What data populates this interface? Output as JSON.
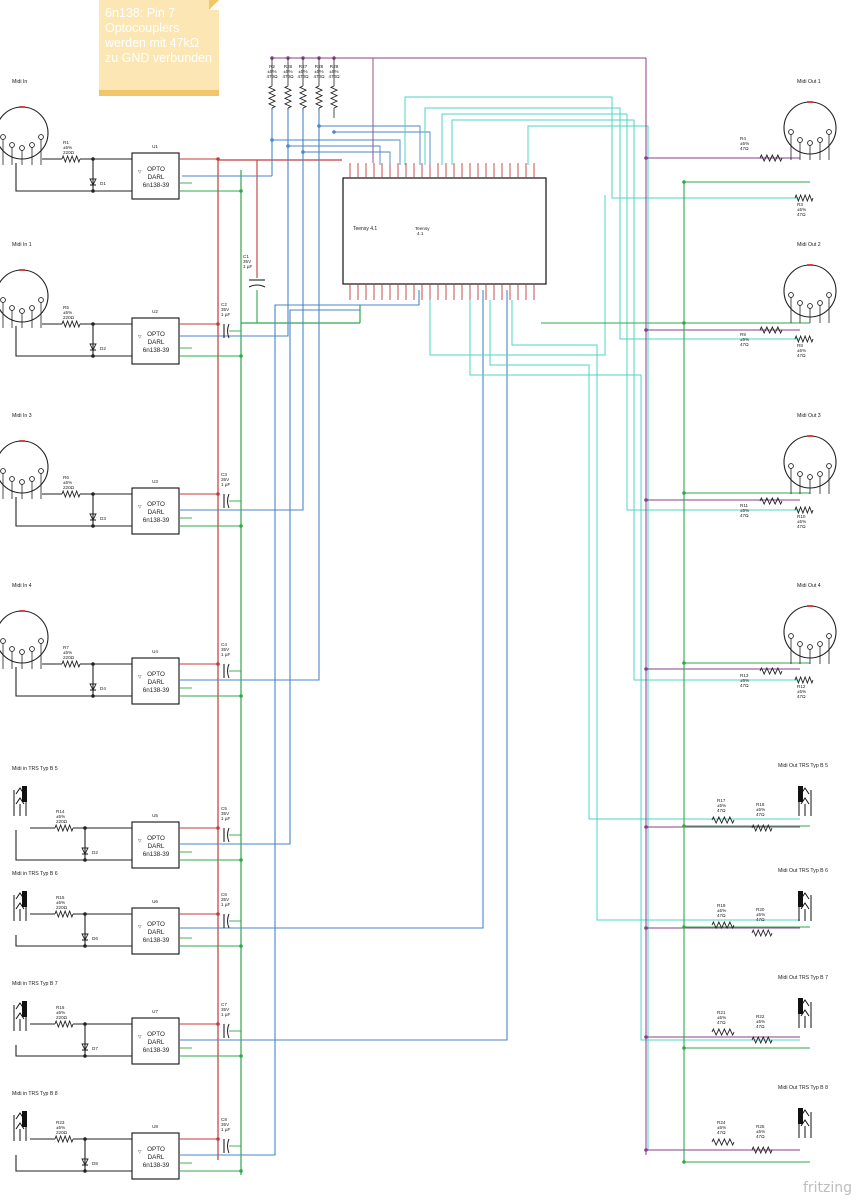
{
  "note": {
    "line1": "6n138: Pin 7",
    "line2": "Optocouplers",
    "line3": "werden mit 47kΩ",
    "line4": "zu GND verbunden"
  },
  "brand": "fritzing",
  "teensy": {
    "label": "Teensy 4.1",
    "side_label": "Teensy",
    "side_sub": "4.1"
  },
  "pullups": [
    {
      "ref": "R2",
      "tol": "±5%",
      "val": "470Ω"
    },
    {
      "ref": "R26",
      "tol": "±5%",
      "val": "470Ω"
    },
    {
      "ref": "R27",
      "tol": "±5%",
      "val": "470Ω"
    },
    {
      "ref": "R28",
      "tol": "±5%",
      "val": "470Ω"
    },
    {
      "ref": "R29",
      "tol": "±5%",
      "val": "470Ω"
    }
  ],
  "c1": {
    "ref": "C1",
    "v": "35V",
    "val": "1 µF"
  },
  "inputs": [
    {
      "title": "Midi In",
      "r": "R1",
      "tol": "±5%",
      "rv": "220Ω",
      "d": "D1",
      "u": "U1",
      "c": "",
      "cv": "",
      "cval": "",
      "opto1": "OPTO",
      "opto2": "DARL",
      "opto3": "6n138-39"
    },
    {
      "title": "Midi In 1",
      "r": "R5",
      "tol": "±5%",
      "rv": "220Ω",
      "d": "D2",
      "u": "U2",
      "c": "C2",
      "cv": "35V",
      "cval": "1 µF",
      "opto1": "OPTO",
      "opto2": "DARL",
      "opto3": "6n138-39"
    },
    {
      "title": "Midi In 3",
      "r": "R6",
      "tol": "±5%",
      "rv": "220Ω",
      "d": "D3",
      "u": "U3",
      "c": "C3",
      "cv": "35V",
      "cval": "1 µF",
      "opto1": "OPTO",
      "opto2": "DARL",
      "opto3": "6n138-39"
    },
    {
      "title": "Midi In 4",
      "r": "R7",
      "tol": "±5%",
      "rv": "220Ω",
      "d": "D4",
      "u": "U4",
      "c": "C4",
      "cv": "35V",
      "cval": "1 µF",
      "opto1": "OPTO",
      "opto2": "DARL",
      "opto3": "6n138-39"
    },
    {
      "title": "Midi in TRS Typ B 5",
      "r": "R14",
      "tol": "±5%",
      "rv": "220Ω",
      "d": "D2",
      "u": "U5",
      "c": "C5",
      "cv": "35V",
      "cval": "1 µF",
      "opto1": "OPTO",
      "opto2": "DARL",
      "opto3": "6n138-39"
    },
    {
      "title": "Midi in TRS Typ B 6",
      "r": "R15",
      "tol": "±5%",
      "rv": "220Ω",
      "d": "D6",
      "u": "U6",
      "c": "C6",
      "cv": "35V",
      "cval": "1 µF",
      "opto1": "OPTO",
      "opto2": "DARL",
      "opto3": "6n138-39"
    },
    {
      "title": "Midi in TRS Typ B 7",
      "r": "R16",
      "tol": "±5%",
      "rv": "220Ω",
      "d": "D7",
      "u": "U7",
      "c": "C7",
      "cv": "35V",
      "cval": "1 µF",
      "opto1": "OPTO",
      "opto2": "DARL",
      "opto3": "6n138-39"
    },
    {
      "title": "Midi in TRS Typ B 8",
      "r": "R23",
      "tol": "±5%",
      "rv": "220Ω",
      "d": "D8",
      "u": "U8",
      "c": "C8",
      "cv": "35V",
      "cval": "1 µF",
      "opto1": "OPTO",
      "opto2": "DARL",
      "opto3": "6n138-39"
    }
  ],
  "din_outputs": [
    {
      "title": "Midi Out 1",
      "ra": "R4",
      "rat": "±5%",
      "rav": "47Ω",
      "rb": "R3",
      "rbt": "±5%",
      "rbv": "47Ω"
    },
    {
      "title": "Midi Out 2",
      "ra": "R9",
      "rat": "±5%",
      "rav": "47Ω",
      "rb": "R8",
      "rbt": "±5%",
      "rbv": "47Ω"
    },
    {
      "title": "Midi Out 3",
      "ra": "R11",
      "rat": "±5%",
      "rav": "47Ω",
      "rb": "R10",
      "rbt": "±5%",
      "rbv": "47Ω"
    },
    {
      "title": "Midi Out 4",
      "ra": "R13",
      "rat": "±5%",
      "rav": "47Ω",
      "rb": "R12",
      "rbt": "±5%",
      "rbv": "47Ω"
    }
  ],
  "trs_outputs": [
    {
      "title": "Midi Out TRS Typ B 5",
      "ra": "R17",
      "rat": "±5%",
      "rav": "47Ω",
      "rb": "R18",
      "rbt": "±5%",
      "rbv": "47Ω"
    },
    {
      "title": "Midi Out TRS Typ B 6",
      "ra": "R19",
      "rat": "±5%",
      "rav": "47Ω",
      "rb": "R20",
      "rbt": "±5%",
      "rbv": "47Ω"
    },
    {
      "title": "Midi Out TRS Typ B 7",
      "ra": "R21",
      "rat": "±5%",
      "rav": "47Ω",
      "rb": "R22",
      "rbt": "±5%",
      "rbv": "47Ω"
    },
    {
      "title": "Midi Out TRS Typ B 8",
      "ra": "R24",
      "rat": "±5%",
      "rav": "47Ω",
      "rb": "R25",
      "rbt": "±5%",
      "rbv": "47Ω"
    }
  ],
  "colors": {
    "vcc": "#c43a3a",
    "gnd": "#2fa84a",
    "blue": "#4a86c8",
    "cyan": "#4fd6c6",
    "purple": "#8a3d8a",
    "black": "#222222",
    "note_bg": "#fbe6b4"
  }
}
